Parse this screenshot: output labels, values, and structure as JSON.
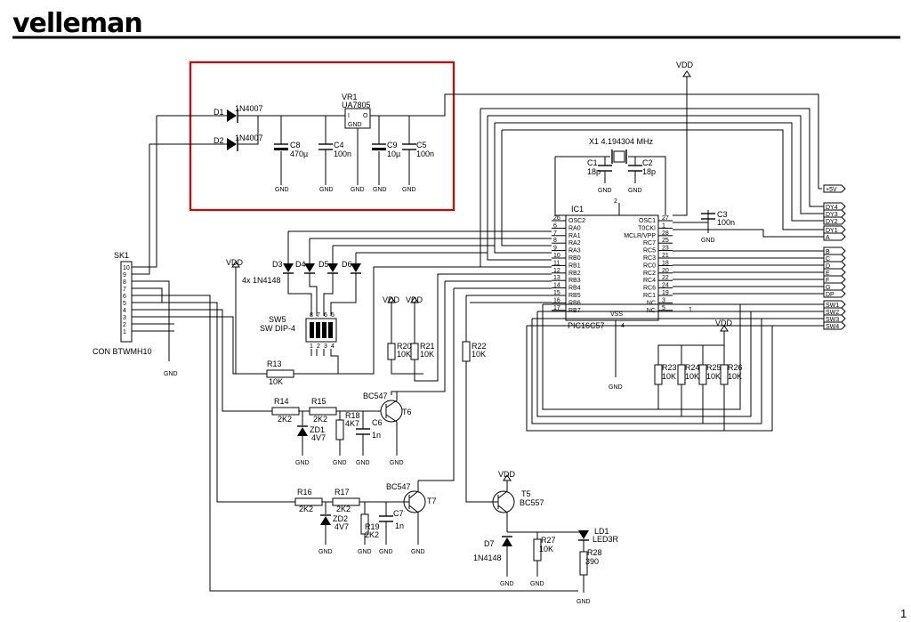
{
  "brand": "velleman",
  "page_number": "1",
  "colors": {
    "highlight": "#e00000",
    "ink": "#000000",
    "rule": "#000000"
  },
  "labels": {
    "vdd": "VDD",
    "gnd": "GND",
    "d1": "D1",
    "d1v": "1N4007",
    "d2": "D2",
    "d2v": "1N4007",
    "c8": "C8",
    "c8v": "470µ",
    "c4": "C4",
    "c4v": "100n",
    "vr1": "VR1",
    "vr1v": "UA7805",
    "vr_i": "I",
    "vr_o": "O",
    "vr_gnd": "GND",
    "c9": "C9",
    "c9v": "10µ",
    "c5": "C5",
    "c5v": "100n",
    "x1": "X1 4.194304 MHz",
    "c1": "C1",
    "c1v": "18p",
    "c2": "C2",
    "c2v": "18p",
    "c3": "C3",
    "c3v": "100n",
    "ic1": "IC1",
    "ic1v": "PIC16C57",
    "sk1": "SK1",
    "sk1v": "CON BTWMH10",
    "d3": "D3",
    "d4": "D4",
    "d5": "D5",
    "d6": "D6",
    "dv": "4x 1N4148",
    "sw5": "SW5",
    "sw5v": "SW DIP-4",
    "r13": "R13",
    "r13v": "10K",
    "r20": "R20",
    "r20v": "10K",
    "r21": "R21",
    "r21v": "10K",
    "r22": "R22",
    "r22v": "10K",
    "r14": "R14",
    "r14v": "2K2",
    "r15": "R15",
    "r15v": "2K2",
    "r18": "R18",
    "r18v": "4K7",
    "c6": "C6",
    "c6v": "1n",
    "zd1": "ZD1",
    "zd1v": "4V7",
    "t6": "T6",
    "t6v": "BC547",
    "r16": "R16",
    "r16v": "2K2",
    "r17": "R17",
    "r17v": "2K2",
    "zd2": "ZD2",
    "zd2v": "4V7",
    "r19": "R19",
    "r19v": "2K2",
    "c7": "C7",
    "c7v": "1n",
    "t7": "T7",
    "t7v": "BC547",
    "t5": "T5",
    "t5v": "BC557",
    "d7": "D7",
    "d7v": "1N4148",
    "r27": "R27",
    "r27v": "10K",
    "ld1": "LD1",
    "ld1v": "LED3R",
    "r28": "R28",
    "r28v": "390",
    "r23": "R23",
    "r24": "R24",
    "r25": "R25",
    "r26": "R26",
    "r10k": "10K"
  },
  "ic_pins_left": [
    {
      "n": "26",
      "name": "OSC2"
    },
    {
      "n": "6",
      "name": "RA0"
    },
    {
      "n": "7",
      "name": "RA1"
    },
    {
      "n": "8",
      "name": "RA2"
    },
    {
      "n": "9",
      "name": "RA3"
    },
    {
      "n": "10",
      "name": "RB0"
    },
    {
      "n": "11",
      "name": "RB1"
    },
    {
      "n": "12",
      "name": "RB2"
    },
    {
      "n": "13",
      "name": "RB3"
    },
    {
      "n": "14",
      "name": "RB4"
    },
    {
      "n": "15",
      "name": "RB5"
    },
    {
      "n": "16",
      "name": "RB6"
    },
    {
      "n": "17",
      "name": "RB7"
    }
  ],
  "ic_pins_right": [
    {
      "n": "27",
      "name": "OSC1"
    },
    {
      "n": "1",
      "name": "T0CKI"
    },
    {
      "n": "28",
      "name": "MCLR/VPP"
    },
    {
      "n": "25",
      "name": "RC7"
    },
    {
      "n": "23",
      "name": "RC5"
    },
    {
      "n": "21",
      "name": "RC3"
    },
    {
      "n": "18",
      "name": "RC0"
    },
    {
      "n": "20",
      "name": "RC2"
    },
    {
      "n": "22",
      "name": "RC4"
    },
    {
      "n": "24",
      "name": "RC6"
    },
    {
      "n": "19",
      "name": "RC1"
    },
    {
      "n": "3",
      "name": "NC"
    },
    {
      "n": "5",
      "name": "NC"
    }
  ],
  "ic_pin_extra": {
    "pin2": "2",
    "pin4": "4",
    "pin1b": "1",
    "vss": "VSS"
  },
  "connectors": [
    "+5V",
    "DY4",
    "DY3",
    "DY2",
    "DY1",
    "A",
    "B",
    "C",
    "D",
    "E",
    "F",
    "G",
    "DP",
    "SW1",
    "SW2",
    "SW3",
    "SW4"
  ],
  "sk1_pins": [
    "10",
    "9",
    "8",
    "7",
    "6",
    "5",
    "4",
    "3",
    "2",
    "1"
  ],
  "sw5_pins_top": [
    "8",
    "7",
    "6",
    "5"
  ],
  "sw5_pins_bottom": [
    "1",
    "2",
    "3",
    "4"
  ]
}
